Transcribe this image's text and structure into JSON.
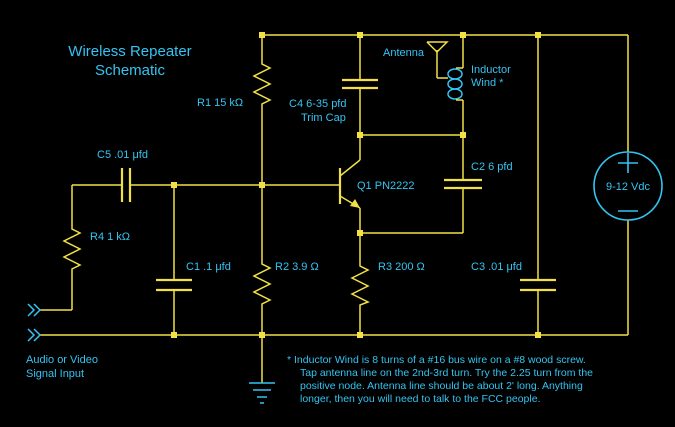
{
  "title": {
    "line1": "Wireless Repeater",
    "line2": "Schematic"
  },
  "components": {
    "r1": "R1 15 kΩ",
    "r2": "R2 3.9 Ω",
    "r3": "R3 200 Ω",
    "r4": "R4 1 kΩ",
    "c1": "C1 .1 μfd",
    "c2": "C2 6 pfd",
    "c3": "C3 .01 μfd",
    "c4_line1": "C4 6-35 pfd",
    "c4_line2": "Trim Cap",
    "c5": "C5 .01 μfd",
    "q1": "Q1 PN2222",
    "antenna": "Antenna",
    "inductor_line1": "Inductor",
    "inductor_line2": "Wind  *",
    "battery": "9-12 Vdc"
  },
  "input": {
    "line1": "Audio or Video",
    "line2": "Signal Input"
  },
  "footnote": {
    "line1": "*  Inductor Wind is 8 turns of a #16 bus wire on a #8 wood screw.",
    "line2": "Tap antenna line on the 2nd-3rd turn.  Try the 2.25 turn from the",
    "line3": "positive node.  Antenna line should be about 2' long.  Anything",
    "line4": "longer, then you will need to talk to the FCC people."
  },
  "colors": {
    "background": "#000000",
    "wire": "#f2e046",
    "text": "#33c4f2"
  }
}
